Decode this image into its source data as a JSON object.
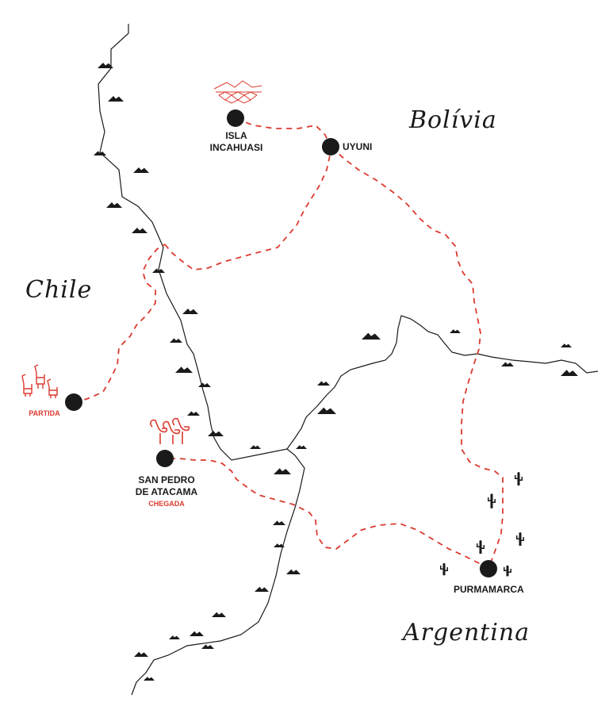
{
  "countries": {
    "bolivia": "Bolívia",
    "chile": "Chile",
    "argentina": "Argentina"
  },
  "places": {
    "isla_incahuasi": {
      "line1": "ISLA",
      "line2": "INCAHUASI"
    },
    "uyuni": "UYUNI",
    "start": {
      "label": "PARTIDA"
    },
    "san_pedro": {
      "line1": "SAN PEDRO",
      "line2": "DE ATACAMA",
      "tag": "CHEGADA"
    },
    "purmamarca": "PURMAMARCA"
  },
  "colors": {
    "route": "#dc3a2f",
    "border": "#1a1a1a",
    "node": "#1a1a1a",
    "accent": "#dc3a2f"
  },
  "icons": [
    "mountain-icon",
    "llama-icon",
    "flamingo-icon",
    "salt-flat-icon",
    "cactus-icon"
  ]
}
